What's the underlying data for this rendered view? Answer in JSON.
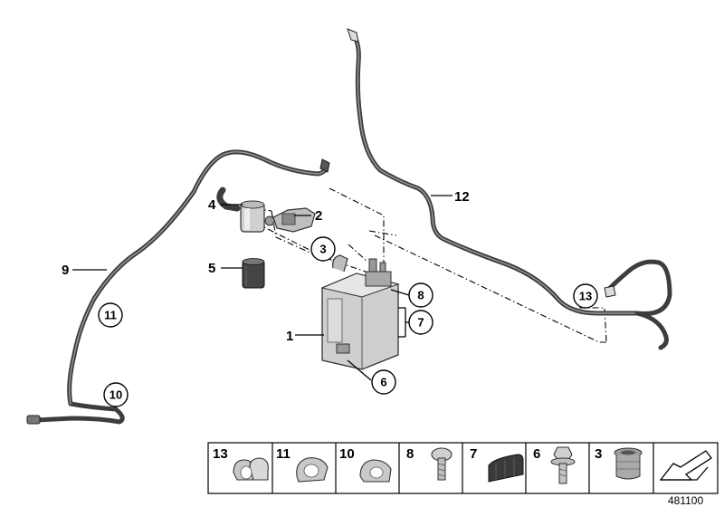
{
  "callouts": {
    "c1": "1",
    "c2": "2",
    "c3": "3",
    "c4": "4",
    "c5": "5",
    "c6": "6",
    "c7": "7",
    "c8": "8",
    "c9": "9",
    "c10": "10",
    "c11": "11",
    "c12": "12",
    "c13": "13"
  },
  "legend": {
    "cells": [
      {
        "number": "13",
        "part": "hose-clip-double"
      },
      {
        "number": "11",
        "part": "hose-clip-open"
      },
      {
        "number": "10",
        "part": "hose-clip-small"
      },
      {
        "number": "8",
        "part": "torx-screw"
      },
      {
        "number": "7",
        "part": "rubber-strip"
      },
      {
        "number": "6",
        "part": "hex-bolt-washer"
      },
      {
        "number": "3",
        "part": "rubber-grommet"
      },
      {
        "number": "",
        "part": "direction-arrow"
      }
    ]
  },
  "reference_number": "481100"
}
